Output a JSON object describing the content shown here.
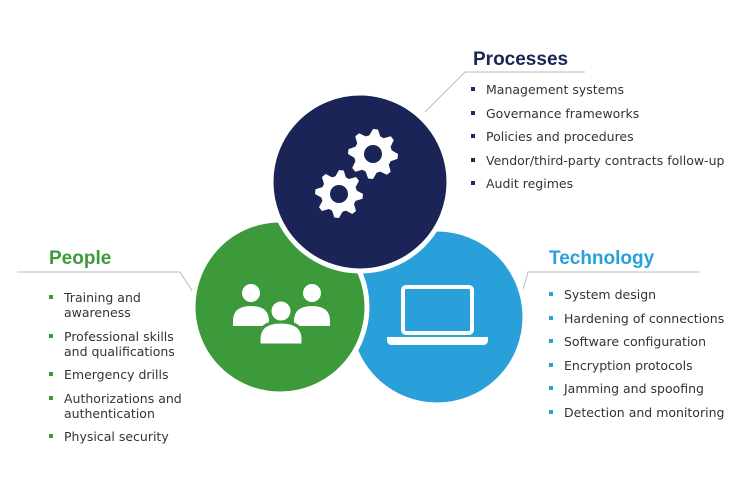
{
  "processes": {
    "title": "Processes",
    "items": [
      "Management systems",
      "Governance frameworks",
      "Policies and procedures",
      "Vendor/third-party contracts follow-up",
      "Audit regimes"
    ]
  },
  "people": {
    "title": "People",
    "items": [
      "Training and awareness",
      "Professional skills and qualifications",
      "Emergency drills",
      "Authorizations and authentication",
      "Physical security"
    ]
  },
  "technology": {
    "title": "Technology",
    "items": [
      "System design",
      "Hardening of connections",
      "Software configuration",
      "Encryption protocols",
      "Jamming and spoofing",
      "Detection and monitoring"
    ]
  },
  "colors": {
    "processes": "#1a2456",
    "people": "#3d9a3a",
    "technology": "#2aa0da",
    "leader_line": "#bbbbbb"
  },
  "icons": {
    "processes": "gears-icon",
    "people": "group-of-people-icon",
    "technology": "laptop-icon"
  }
}
